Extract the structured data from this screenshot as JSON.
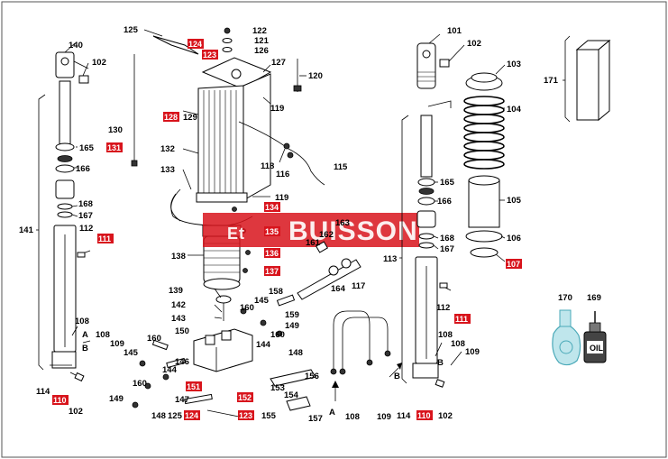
{
  "watermark": {
    "text": "BUISSON",
    "prefix": "Et"
  },
  "labels": {
    "l101": "101",
    "l102a": "102",
    "l102b": "102",
    "l102c": "102",
    "l102d": "102",
    "l103": "103",
    "l104": "104",
    "l105": "105",
    "l106": "106",
    "l108a": "108",
    "l108b": "108",
    "l108c": "108",
    "l108d": "108",
    "l108e": "108",
    "l109a": "109",
    "l109b": "109",
    "l109c": "109",
    "l112a": "112",
    "l112b": "112",
    "l113": "113",
    "l114a": "114",
    "l114b": "114",
    "l115": "115",
    "l116": "116",
    "l117": "117",
    "l118": "118",
    "l119a": "119",
    "l119b": "119",
    "l120": "120",
    "l121": "121",
    "l122": "122",
    "l125a": "125",
    "l125b": "125",
    "l126": "126",
    "l127": "127",
    "l129": "129",
    "l130": "130",
    "l132": "132",
    "l133": "133",
    "l138": "138",
    "l139": "139",
    "l140": "140",
    "l141": "141",
    "l142": "142",
    "l143": "143",
    "l144a": "144",
    "l144b": "144",
    "l145a": "145",
    "l145b": "145",
    "l146": "146",
    "l147": "147",
    "l148a": "148",
    "l148b": "148",
    "l149a": "149",
    "l149b": "149",
    "l150": "150",
    "l153": "153",
    "l154": "154",
    "l155": "155",
    "l156": "156",
    "l157": "157",
    "l158": "158",
    "l159": "159",
    "l160a": "160",
    "l160b": "160",
    "l160c": "160",
    "l160d": "160",
    "l161": "161",
    "l162": "162",
    "l163": "163",
    "l164": "164",
    "l165a": "165",
    "l165b": "165",
    "l166a": "166",
    "l166b": "166",
    "l167a": "167",
    "l167b": "167",
    "l168a": "168",
    "l168b": "168",
    "l169": "169",
    "l170": "170",
    "l171": "171",
    "arrowA1": "A",
    "arrowA2": "A",
    "arrowB1": "B",
    "arrowB2": "B",
    "arrowB3": "B"
  },
  "red_tags": {
    "r124a": "124",
    "r123a": "123",
    "r128": "128",
    "r131": "131",
    "r134": "134",
    "r135": "135",
    "r136": "136",
    "r137": "137",
    "r111a": "111",
    "r110a": "110",
    "r111b": "111",
    "r110b": "110",
    "r107": "107",
    "r151": "151",
    "r152": "152",
    "r124b": "124",
    "r123b": "123"
  },
  "colors": {
    "red_tag": "#d8141c",
    "watermark_bg": "#d8141c",
    "line": "#000000"
  },
  "icons": [
    "oil-can-icon",
    "spray-bottle-icon"
  ]
}
